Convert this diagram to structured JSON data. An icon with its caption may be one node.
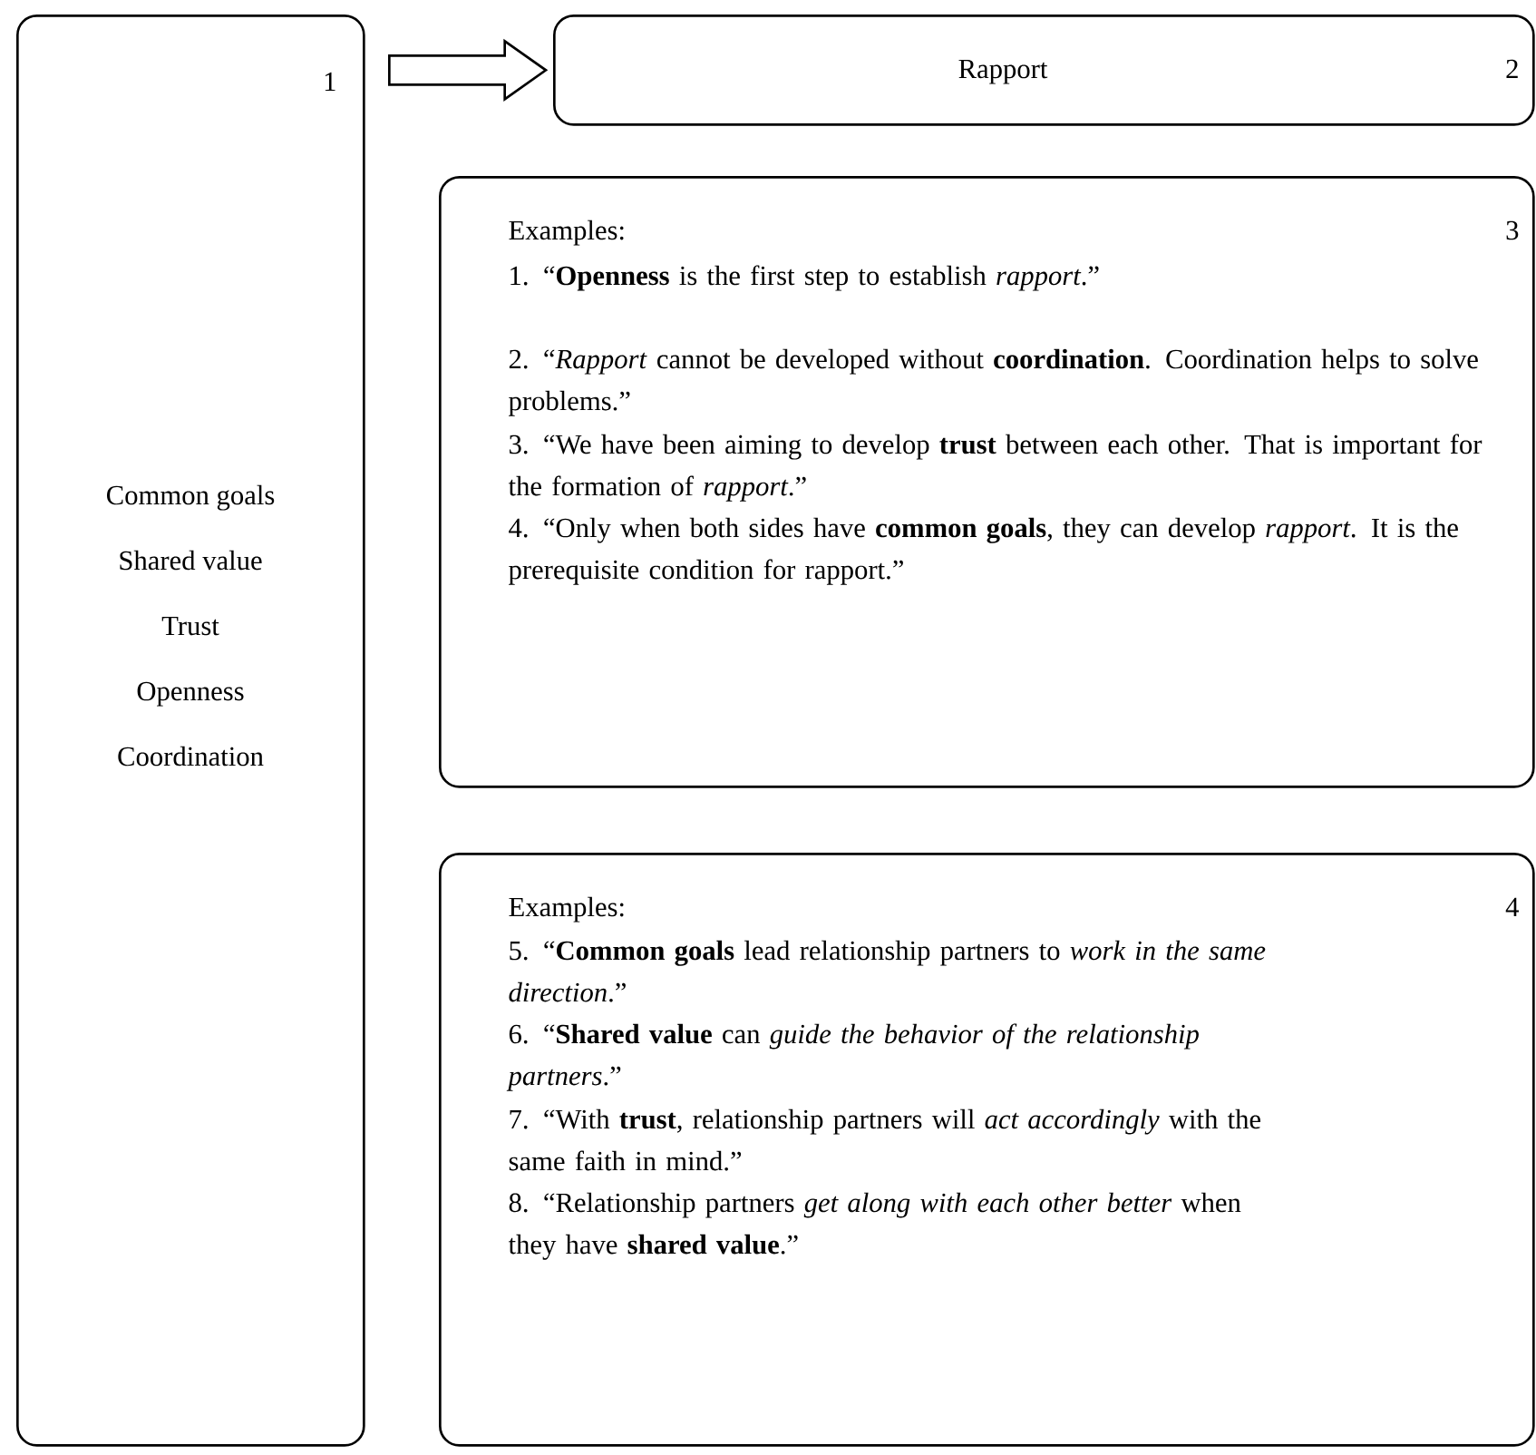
{
  "diagram": {
    "nodes": [
      {
        "text": [
          "1",
          "Common goals",
          "Shared value",
          "Trust",
          "Openness",
          "Coordination"
        ]
      },
      {
        "text": [
          "Rapport",
          "2"
        ]
      },
      {
        "text": [
          "Examples:",
          "3",
          "1. “**Openness** is the first step to establish *rapport*.”",
          "2. “*Rapport* cannot be developed without **coordination**. Coordination helps to solve problems.”",
          "3. “We have been aiming to develop **trust** between each other. That is important for the formation of *rapport*.”",
          "4. “Only when both sides have **common goals**, they can develop *rapport*. It is the prerequisite condition for rapport.”"
        ]
      },
      {
        "text": [
          "Examples:",
          "4",
          "5. “**Common goals** lead relationship partners to *work in the same direction*.”",
          "6. “**Shared value** can *guide the behavior of the relationship partners*.”",
          "7. “With **trust**, relationship partners will *act accordingly* with the same faith in mind.”",
          "8. “Relationship partners *get along with each other better* when they have **shared value**.”"
        ]
      }
    ],
    "edges": [
      {
        "from": 0,
        "to": 1,
        "arrow": "to"
      }
    ]
  }
}
